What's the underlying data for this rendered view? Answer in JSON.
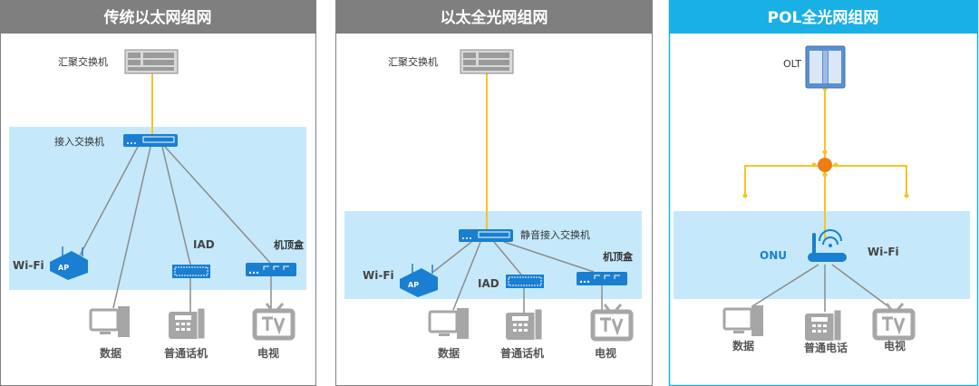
{
  "colors": {
    "header_gray": "#7f7f7f",
    "header_blue": "#19b0e6",
    "band": "#c5e9fb",
    "fiber": "#f7c326",
    "cable": "#8c8c8c",
    "device_blue": "#1a7fd0",
    "splitter": "#ee7d12"
  },
  "panels": [
    {
      "title": "传统以太网组网",
      "aggregation_label": "汇聚交换机",
      "access_label": "接入交换机",
      "wifi_label": "Wi-Fi",
      "ap_label": "AP",
      "iad_label": "IAD",
      "stb_label": "机顶盒",
      "endpoints": [
        "数据",
        "普通话机",
        "电视"
      ]
    },
    {
      "title": "以太全光网组网",
      "aggregation_label": "汇聚交换机",
      "access_label": "静音接入交换机",
      "wifi_label": "Wi-Fi",
      "ap_label": "AP",
      "iad_label": "IAD",
      "stb_label": "机顶盒",
      "endpoints": [
        "数据",
        "普通话机",
        "电视"
      ]
    },
    {
      "title": "POL全光网组网",
      "olt_label": "OLT",
      "onu_label": "ONU",
      "wifi_label": "Wi-Fi",
      "endpoints": [
        "数据",
        "普通电话",
        "电视"
      ]
    }
  ],
  "icons": [
    "rack-switch-icon",
    "access-switch-icon",
    "ap-icon",
    "iad-icon",
    "set-top-box-icon",
    "pc-icon",
    "phone-icon",
    "tv-icon",
    "olt-icon",
    "splitter-icon",
    "onu-icon"
  ]
}
